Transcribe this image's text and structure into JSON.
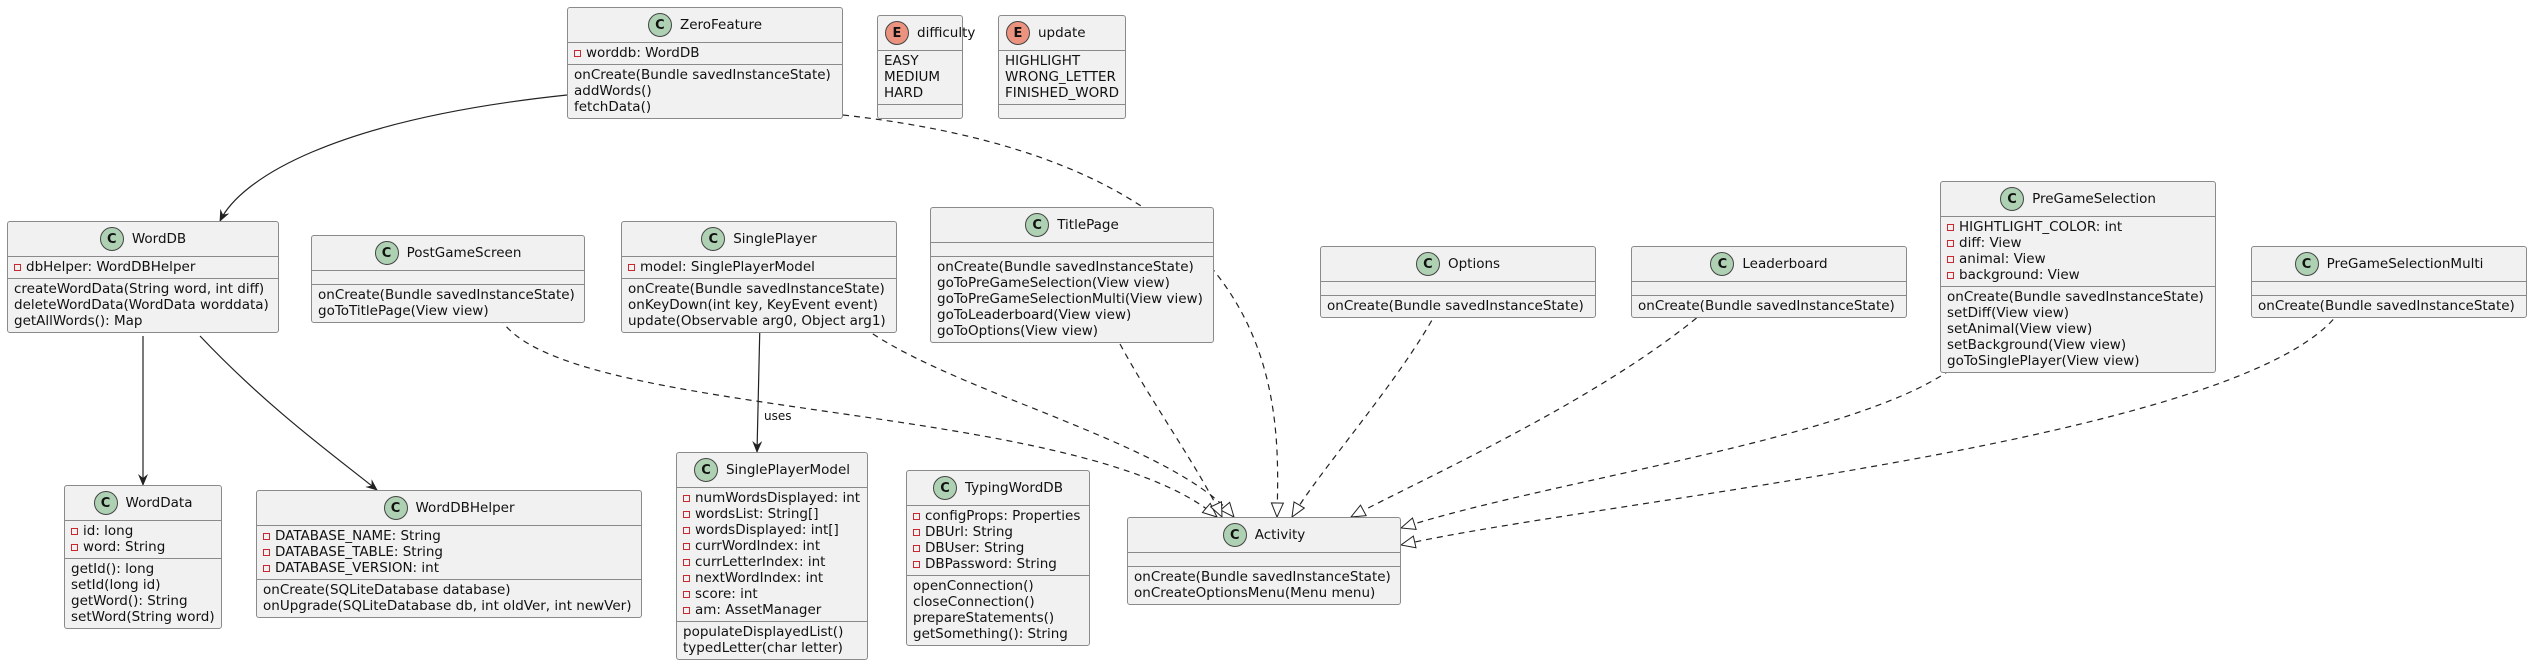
{
  "diagram": {
    "classes": [
      {
        "id": "ZeroFeature",
        "kind": "class",
        "name": "ZeroFeature",
        "fields": [
          "worddb: WordDB"
        ],
        "methods": [
          "onCreate(Bundle savedInstanceState)",
          "addWords()",
          "fetchData()"
        ]
      },
      {
        "id": "difficulty",
        "kind": "enum",
        "name": "difficulty",
        "values": [
          "EASY",
          "MEDIUM",
          "HARD"
        ]
      },
      {
        "id": "update",
        "kind": "enum",
        "name": "update",
        "values": [
          "HIGHLIGHT",
          "WRONG_LETTER",
          "FINISHED_WORD"
        ]
      },
      {
        "id": "WordDB",
        "kind": "class",
        "name": "WordDB",
        "fields": [
          "dbHelper: WordDBHelper"
        ],
        "methods": [
          "createWordData(String word, int diff)",
          "deleteWordData(WordData worddata)",
          "getAllWords(): Map"
        ]
      },
      {
        "id": "PostGameScreen",
        "kind": "class",
        "name": "PostGameScreen",
        "fields": [],
        "methods": [
          "onCreate(Bundle savedInstanceState)",
          "goToTitlePage(View view)"
        ]
      },
      {
        "id": "SinglePlayer",
        "kind": "class",
        "name": "SinglePlayer",
        "fields": [
          "model: SinglePlayerModel"
        ],
        "methods": [
          "onCreate(Bundle savedInstanceState)",
          "onKeyDown(int key, KeyEvent event)",
          "update(Observable arg0, Object arg1)"
        ]
      },
      {
        "id": "TitlePage",
        "kind": "class",
        "name": "TitlePage",
        "fields": [],
        "methods": [
          "onCreate(Bundle savedInstanceState)",
          "goToPreGameSelection(View view)",
          "goToPreGameSelectionMulti(View view)",
          "goToLeaderboard(View view)",
          "goToOptions(View view)"
        ]
      },
      {
        "id": "Options",
        "kind": "class",
        "name": "Options",
        "fields": [],
        "methods": [
          "onCreate(Bundle savedInstanceState)"
        ]
      },
      {
        "id": "Leaderboard",
        "kind": "class",
        "name": "Leaderboard",
        "fields": [],
        "methods": [
          "onCreate(Bundle savedInstanceState)"
        ]
      },
      {
        "id": "PreGameSelection",
        "kind": "class",
        "name": "PreGameSelection",
        "fields": [
          "HIGHTLIGHT_COLOR: int",
          "diff: View",
          "animal: View",
          "background: View"
        ],
        "methods": [
          "onCreate(Bundle savedInstanceState)",
          "setDiff(View view)",
          "setAnimal(View view)",
          "setBackground(View view)",
          "goToSinglePlayer(View view)"
        ]
      },
      {
        "id": "PreGameSelectionMulti",
        "kind": "class",
        "name": "PreGameSelectionMulti",
        "fields": [],
        "methods": [
          "onCreate(Bundle savedInstanceState)"
        ]
      },
      {
        "id": "WordData",
        "kind": "class",
        "name": "WordData",
        "fields": [
          "id: long",
          "word: String"
        ],
        "methods": [
          "getId(): long",
          "setId(long id)",
          "getWord(): String",
          "setWord(String word)"
        ]
      },
      {
        "id": "WordDBHelper",
        "kind": "class",
        "name": "WordDBHelper",
        "fields": [
          "DATABASE_NAME: String",
          "DATABASE_TABLE: String",
          "DATABASE_VERSION: int"
        ],
        "methods": [
          "onCreate(SQLiteDatabase database)",
          "onUpgrade(SQLiteDatabase db, int oldVer, int newVer)"
        ]
      },
      {
        "id": "SinglePlayerModel",
        "kind": "class",
        "name": "SinglePlayerModel",
        "fields": [
          "numWordsDisplayed: int",
          "wordsList: String[]",
          "wordsDisplayed: int[]",
          "currWordIndex: int",
          "currLetterIndex: int",
          "nextWordIndex: int",
          "score: int",
          "am: AssetManager"
        ],
        "methods": [
          "populateDisplayedList()",
          "typedLetter(char letter)"
        ]
      },
      {
        "id": "TypingWordDB",
        "kind": "class",
        "name": "TypingWordDB",
        "fields": [
          "configProps: Properties",
          "DBUrl: String",
          "DBUser: String",
          "DBPassword: String"
        ],
        "methods": [
          "openConnection()",
          "closeConnection()",
          "prepareStatements()",
          "getSomething(): String"
        ]
      },
      {
        "id": "Activity",
        "kind": "class",
        "name": "Activity",
        "fields": [],
        "methods": [
          "onCreate(Bundle savedInstanceState)",
          "onCreateOptionsMenu(Menu menu)"
        ]
      }
    ],
    "relations": [
      {
        "from": "ZeroFeature",
        "to": "WordDB",
        "type": "association",
        "label": ""
      },
      {
        "from": "ZeroFeature",
        "to": "Activity",
        "type": "realization",
        "label": ""
      },
      {
        "from": "WordDB",
        "to": "WordData",
        "type": "association",
        "label": ""
      },
      {
        "from": "WordDB",
        "to": "WordDBHelper",
        "type": "association",
        "label": ""
      },
      {
        "from": "PostGameScreen",
        "to": "Activity",
        "type": "realization",
        "label": ""
      },
      {
        "from": "SinglePlayer",
        "to": "SinglePlayerModel",
        "type": "association",
        "label": "uses"
      },
      {
        "from": "SinglePlayer",
        "to": "Activity",
        "type": "realization",
        "label": ""
      },
      {
        "from": "TitlePage",
        "to": "Activity",
        "type": "realization",
        "label": ""
      },
      {
        "from": "Options",
        "to": "Activity",
        "type": "realization",
        "label": ""
      },
      {
        "from": "Leaderboard",
        "to": "Activity",
        "type": "realization",
        "label": ""
      },
      {
        "from": "PreGameSelection",
        "to": "Activity",
        "type": "realization",
        "label": ""
      },
      {
        "from": "PreGameSelectionMulti",
        "to": "Activity",
        "type": "realization",
        "label": ""
      }
    ],
    "colors": {
      "class_badge": "#add1b2",
      "enum_badge": "#eb937f",
      "box_fill": "#f1f1f1",
      "box_border": "#8a8a8a",
      "private_marker": "#c82930",
      "line": "#222222"
    }
  }
}
